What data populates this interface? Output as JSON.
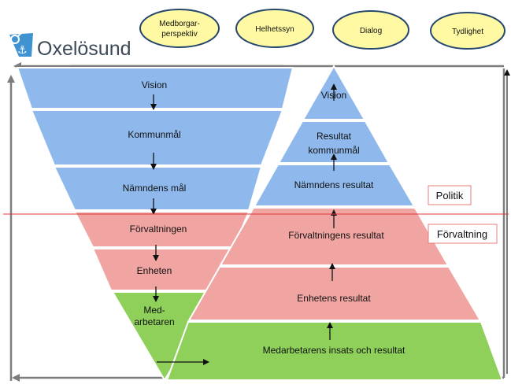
{
  "logo": {
    "name": "Oxelösund"
  },
  "values": [
    {
      "line1": "Medborgar-",
      "line2": "perspektiv"
    },
    {
      "line1": "Helhetssyn"
    },
    {
      "line1": "Dialog"
    },
    {
      "line1": "Tydlighet"
    }
  ],
  "inverted_pyramid": {
    "levels": [
      {
        "label": "Vision",
        "color": "#8fb9ec"
      },
      {
        "label": "Kommunmål",
        "color": "#8fb9ec"
      },
      {
        "label": "Nämndens mål",
        "color": "#8fb9ec"
      },
      {
        "label": "Förvaltningen",
        "color": "#f0a5a3"
      },
      {
        "label": "Enheten",
        "color": "#f0a5a3"
      },
      {
        "label": "Med-",
        "label2": "arbetaren",
        "color": "#8ed05a"
      }
    ]
  },
  "pyramid": {
    "levels": [
      {
        "label": "Vision",
        "color": "#8fb9ec"
      },
      {
        "label": "Resultat",
        "label2": "kommunmål",
        "color": "#8fb9ec"
      },
      {
        "label": "Nämndens resultat",
        "color": "#8fb9ec"
      },
      {
        "label": "Förvaltningens resultat",
        "color": "#f0a5a3"
      },
      {
        "label": "Enhetens resultat",
        "color": "#f0a5a3"
      },
      {
        "label": "Medarbetarens insats och resultat",
        "color": "#8ed05a"
      }
    ]
  },
  "side_labels": {
    "politik": "Politik",
    "forvaltning": "Förvaltning"
  },
  "colors": {
    "divider": "#e0393a",
    "bubble_fill": "#fef9a2",
    "bubble_stroke": "#25466d",
    "logo_blue": "#3f93d2"
  }
}
